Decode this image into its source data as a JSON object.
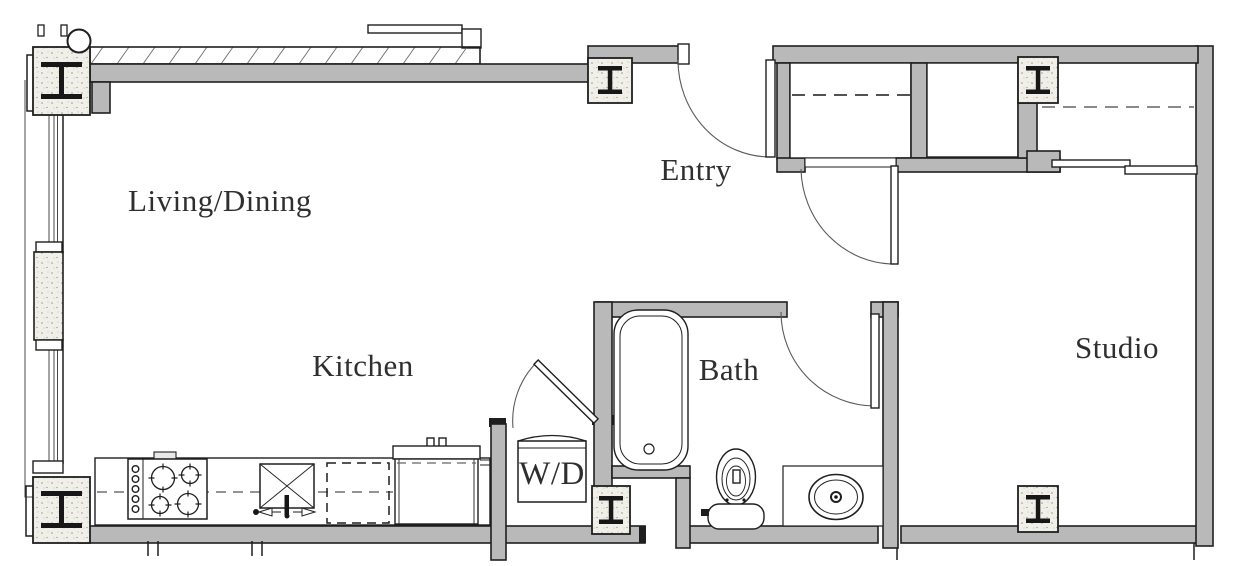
{
  "floor_plan": {
    "labels": {
      "living_dining": "Living/Dining",
      "kitchen": "Kitchen",
      "entry": "Entry",
      "bath": "Bath",
      "studio": "Studio",
      "washer_dryer": "W/D"
    },
    "fixtures": [
      "bathtub",
      "toilet",
      "vanity-sink",
      "range",
      "kitchen-sink",
      "dishwasher",
      "refrigerator",
      "washer-dryer"
    ],
    "symbols": [
      "steel-column",
      "door-swing",
      "sliding-bypass-door",
      "closet-rod-dashed",
      "window-wall",
      "hatched-wall"
    ],
    "colors": {
      "wall_fill": "#b9b9b9",
      "wall_outline": "#1f1f1f",
      "concrete_fill": "#f1efe9",
      "label_text": "#2f2f2f",
      "background": "#ffffff"
    }
  }
}
